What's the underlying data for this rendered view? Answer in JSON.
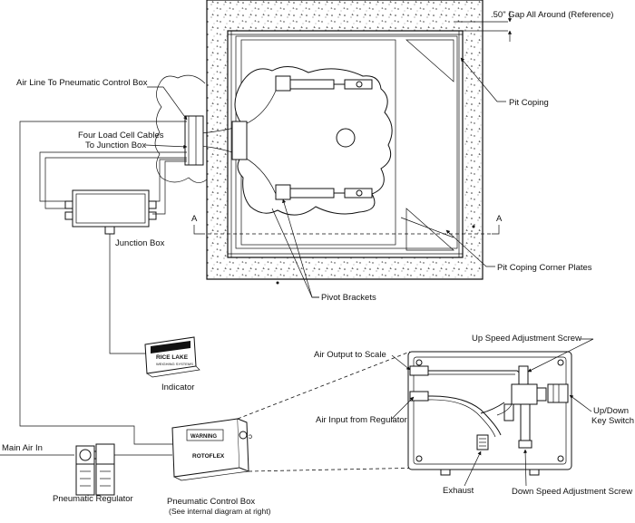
{
  "labels": {
    "gap": ".50\" Gap All Around (Reference)",
    "air_line": "Air Line To Pneumatic Control Box",
    "load_cell_cables_1": "Four Load Cell Cables",
    "load_cell_cables_2": "To Junction Box",
    "pit_coping": "Pit Coping",
    "section_a_left": "A",
    "section_a_right": "A",
    "corner_plates": "Pit Coping Corner Plates",
    "junction_box": "Junction Box",
    "pivot_brackets": "Pivot Brackets",
    "indicator": "Indicator",
    "main_air_in": "Main Air In",
    "pneumatic_regulator": "Pneumatic Regulator",
    "control_box_1": "Pneumatic Control Box",
    "control_box_2": "(See internal diagram at right)",
    "air_output": "Air Output to Scale",
    "air_input": "Air Input from Regulator",
    "up_speed": "Up Speed Adjustment Screw",
    "key_switch_1": "Up/Down",
    "key_switch_2": "Key Switch",
    "exhaust": "Exhaust",
    "down_speed": "Down Speed Adjustment Screw"
  },
  "indicator_brand": "RICE LAKE",
  "indicator_sub": "WEIGHING SYSTEMS",
  "control_box_warning": "WARNING",
  "control_box_brand": "ROTOFLEX"
}
